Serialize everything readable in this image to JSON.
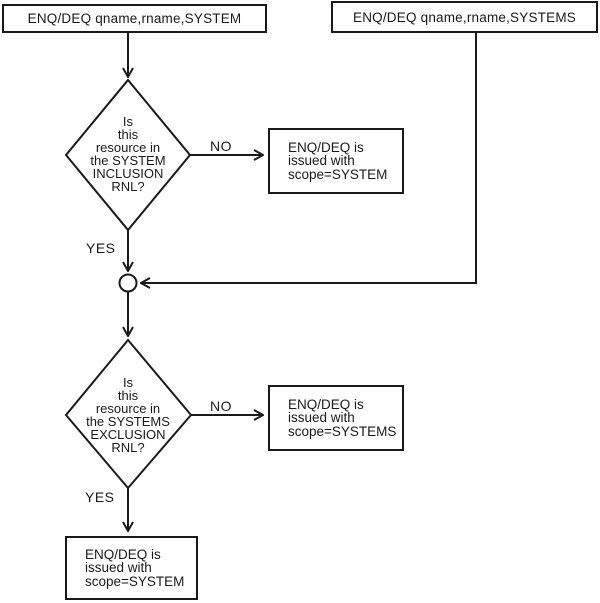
{
  "diagram": {
    "background": "#ffffff",
    "line_color": "#1a1a1a",
    "nodes": {
      "entry_system": {
        "label": "ENQ/DEQ qname,rname,SYSTEM"
      },
      "entry_systems": {
        "label": "ENQ/DEQ qname,rname,SYSTEMS"
      },
      "decision_inclusion": {
        "label": "Is\nthis\nresource in\nthe SYSTEM\nINCLUSION\nRNL?"
      },
      "result_scope_system_no": {
        "label": "ENQ/DEQ is\nissued with\nscope=SYSTEM"
      },
      "decision_exclusion": {
        "label": "Is\nthis\nresource in\nthe SYSTEMS\nEXCLUSION\nRNL?"
      },
      "result_scope_systems_no": {
        "label": "ENQ/DEQ is\nissued with\nscope=SYSTEMS"
      },
      "result_scope_system_yes": {
        "label": "ENQ/DEQ is\nissued with\nscope=SYSTEM"
      }
    },
    "edge_labels": {
      "inclusion_no": "NO",
      "inclusion_yes": "YES",
      "exclusion_no": "NO",
      "exclusion_yes": "YES"
    }
  }
}
